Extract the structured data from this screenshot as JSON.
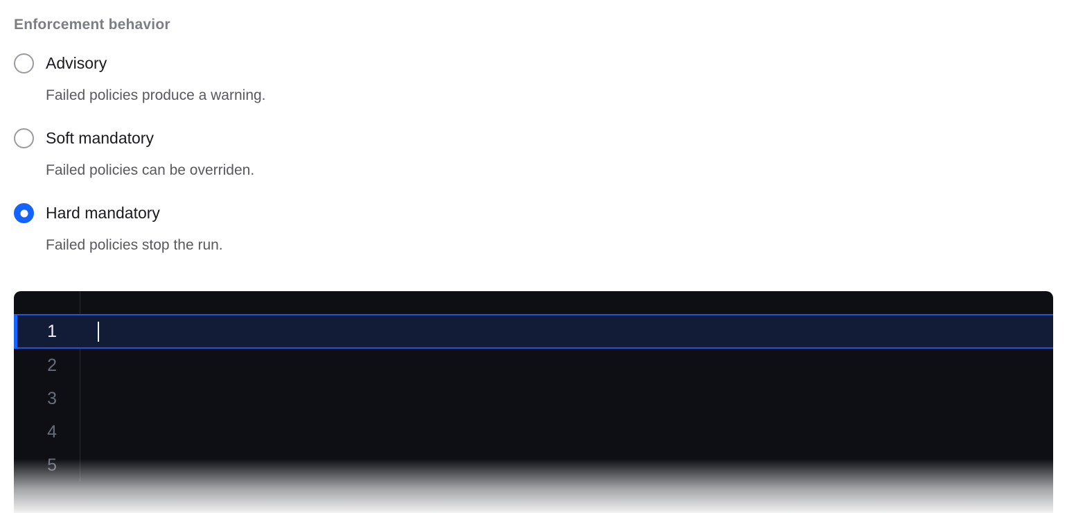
{
  "form": {
    "section_label": "Enforcement behavior",
    "options": [
      {
        "label": "Advisory",
        "description": "Failed policies produce a warning.",
        "selected": false
      },
      {
        "label": "Soft mandatory",
        "description": "Failed policies can be overriden.",
        "selected": false
      },
      {
        "label": "Hard mandatory",
        "description": "Failed policies stop the run.",
        "selected": true
      }
    ]
  },
  "editor": {
    "active_line": 1,
    "lines": [
      {
        "number": "1",
        "content": ""
      },
      {
        "number": "2",
        "content": ""
      },
      {
        "number": "3",
        "content": ""
      },
      {
        "number": "4",
        "content": ""
      },
      {
        "number": "5",
        "content": ""
      }
    ]
  },
  "colors": {
    "accent_blue": "#1563ff",
    "editor_background": "#0d0f14",
    "active_line_background": "#121c36",
    "active_line_border": "#1e57d6"
  }
}
